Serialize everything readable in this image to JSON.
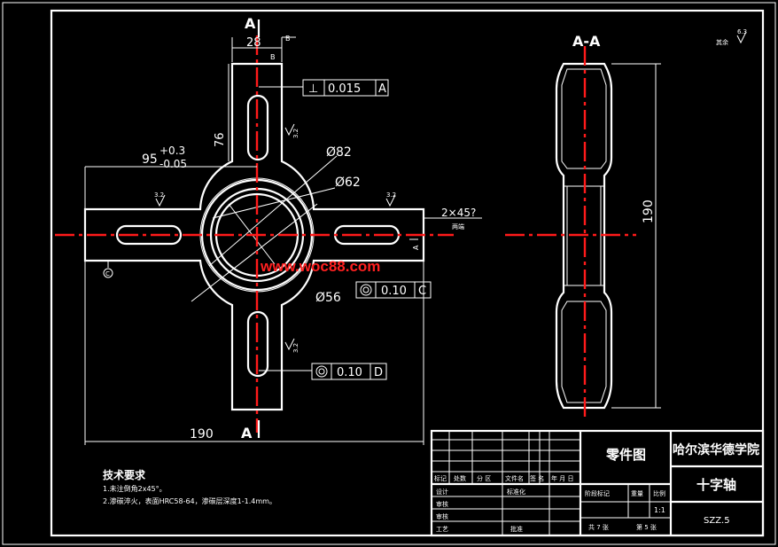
{
  "drawing": {
    "section_top": "A",
    "section_bottom": "A",
    "section_view": "A-A",
    "roughness_corner": "其余",
    "roughness_corner_val": "6.3",
    "dim_width_28": "28",
    "dim_76": "76",
    "dim_95": "95",
    "dim_95_tol_up": "+0.3",
    "dim_95_tol_lo": "-0.05",
    "dim_d82": "Ø82",
    "dim_d62": "Ø62",
    "dim_d56": "Ø56",
    "dim_190_h": "190",
    "dim_190_v": "190",
    "chamfer": "2×45?",
    "chamfer_note": "两端",
    "roughness_32_a": "3.2",
    "roughness_32_b": "3.2",
    "roughness_32_c": "3.2",
    "roughness_32_d": "3.2",
    "datum_c": "C",
    "datum_b": "B",
    "datum_d": "D",
    "fcf1_symbol": "⊥",
    "fcf1_value": "0.015",
    "fcf1_datum": "A",
    "fcf2_value": "0.10",
    "fcf2_datum": "C",
    "fcf3_value": "0.10",
    "fcf3_datum": "D",
    "watermark": "www.woc88.com"
  },
  "notes": {
    "title": "技术要求",
    "line1": "1.未注倒角2x45°。",
    "line2": "2.渗碳淬火，表面HRC58-64，渗碳层深度1-1.4mm。"
  },
  "titleblock": {
    "drawing_type": "零件图",
    "school": "哈尔滨华德学院",
    "part_name": "十字轴",
    "code": "SZZ.5",
    "scale_label": "比例",
    "scale": "1:1",
    "stage_label": "阶段标记",
    "weight_label": "重量",
    "sheets_total": "共 7 张",
    "sheet_no": "第 5 张",
    "hdr_mark": "标记",
    "hdr_count": "处数",
    "hdr_zone": "分 区",
    "hdr_doc": "文件名",
    "hdr_sign": "签 名",
    "hdr_date": "年 月 日",
    "row_design": "设计",
    "row_standard": "标准化",
    "row_check": "审核",
    "row_audit": "审核",
    "row_process": "工艺",
    "row_approve": "批准"
  }
}
